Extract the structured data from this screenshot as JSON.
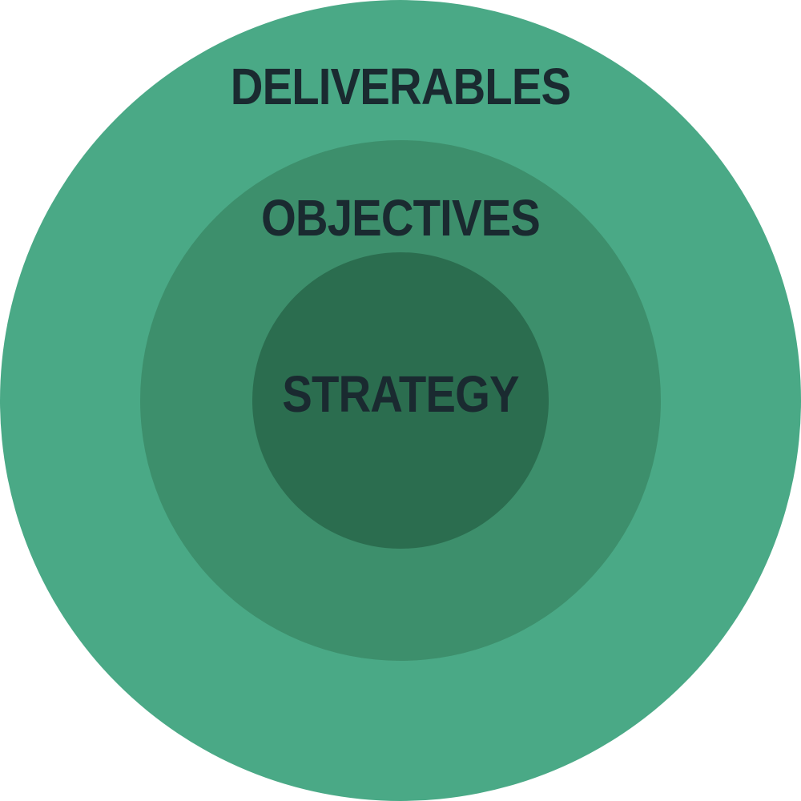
{
  "diagram": {
    "rings": [
      {
        "label": "DELIVERABLES",
        "color": "#4aa986"
      },
      {
        "label": "OBJECTIVES",
        "color": "#3d8f6c"
      },
      {
        "label": "STRATEGY",
        "color": "#2b6d4f"
      }
    ],
    "text_color": "#1a2a30"
  }
}
